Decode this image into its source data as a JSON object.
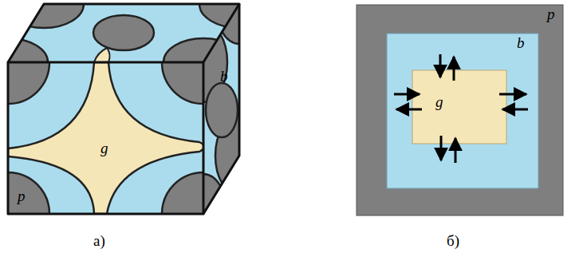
{
  "diagram": {
    "nodes": [
      {
        "text": [
          "p"
        ]
      },
      {
        "text": [
          "b"
        ],
        "in": 0
      },
      {
        "text": [
          "g"
        ],
        "in": 1
      }
    ],
    "labels": [
      "g",
      "b",
      "p",
      "а)",
      "б)"
    ]
  }
}
